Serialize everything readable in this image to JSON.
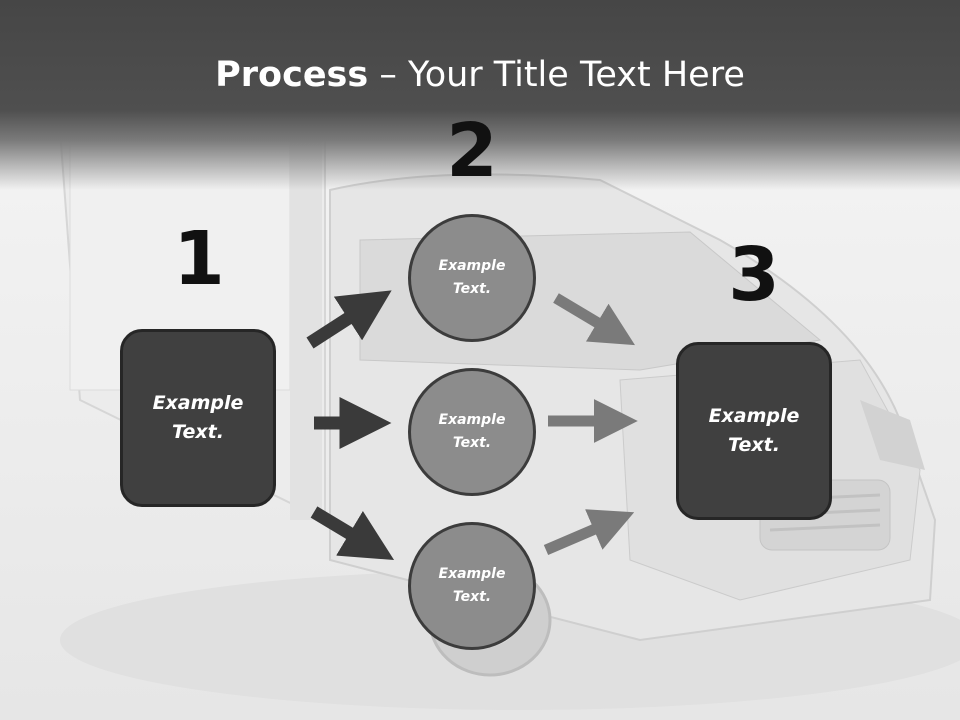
{
  "title": {
    "bold": "Process",
    "rest": " – Your Title Text Here"
  },
  "steps": {
    "one": {
      "number": "1",
      "box_text": "Example\nText."
    },
    "two": {
      "number": "2",
      "circles": [
        "Example\nText.",
        "Example\nText.",
        "Example\nText."
      ]
    },
    "three": {
      "number": "3",
      "box_text": "Example\nText."
    }
  },
  "colors": {
    "header": "#4a4a4a",
    "box_fill": "#404040",
    "circle_fill": "#8c8c8c",
    "arrow_dark": "#3a3a3a",
    "arrow_light": "#7a7a7a"
  }
}
